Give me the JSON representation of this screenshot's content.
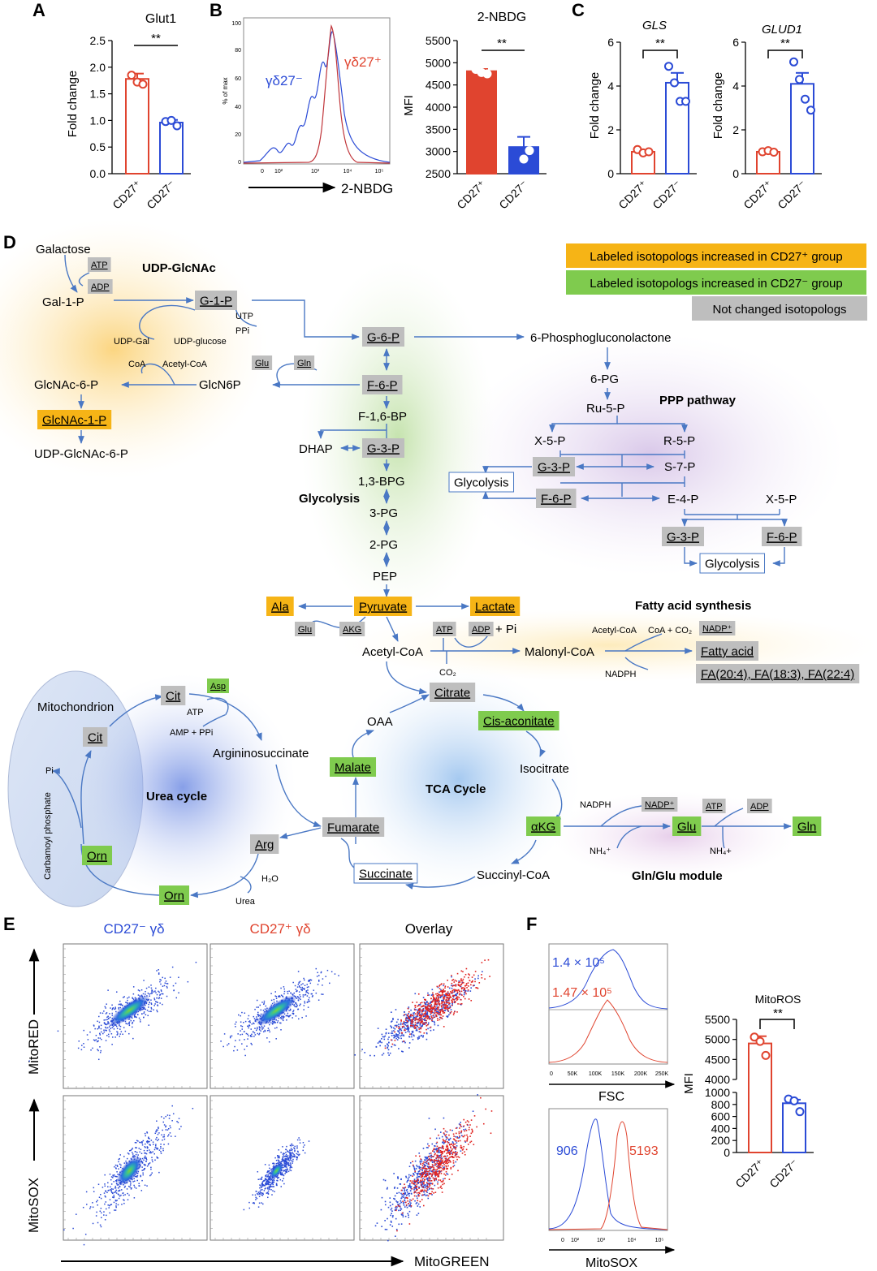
{
  "colors": {
    "cd27pos": "#e0442f",
    "cd27neg": "#2b4bd6",
    "orange": "#f6b416",
    "green": "#7fcb4e",
    "gray": "#bebebe",
    "arrow": "#4a78c4"
  },
  "panels": {
    "A": {
      "letter": "A",
      "title": "Glut1",
      "ylabel": "Fold change",
      "ticks": [
        "0.0",
        "0.5",
        "1.0",
        "1.5",
        "2.0",
        "2.5"
      ],
      "sig": "**",
      "groups": [
        "CD27⁺",
        "CD27⁻"
      ]
    },
    "B": {
      "letter": "B",
      "hist_y_label": "% of max",
      "hist_y_ticks": [
        "0",
        "20",
        "40",
        "60",
        "80",
        "100"
      ],
      "hist_x_ticks": [
        "0",
        "10²",
        "10³",
        "10⁴",
        "10⁵"
      ],
      "hist_neg": "γδ27⁻",
      "hist_pos": "γδ27⁺",
      "hist_xlabel": "2-NBDG",
      "bar_title": "2-NBDG",
      "bar_ylabel": "MFI",
      "bar_ticks": [
        "2500",
        "3000",
        "3500",
        "4000",
        "4500",
        "5000",
        "5500"
      ],
      "sig": "**",
      "groups": [
        "CD27⁺",
        "CD27⁻"
      ]
    },
    "C": {
      "letter": "C",
      "gls_title": "GLS",
      "glud_title": "GLUD1",
      "ylabel": "Fold change",
      "ticks": [
        "0",
        "2",
        "4",
        "6"
      ],
      "sig": "**",
      "groups": [
        "CD27⁺",
        "CD27⁻"
      ]
    },
    "D": {
      "letter": "D"
    },
    "E": {
      "letter": "E",
      "col_neg": "CD27⁻ γδ",
      "col_pos": "CD27⁺ γδ",
      "col_overlay": "Overlay",
      "row1": "MitoRED",
      "row2": "MitoSOX",
      "xlabel": "MitoGREEN"
    },
    "F": {
      "letter": "F",
      "fsc_neg": "1.4 × 10⁵",
      "fsc_pos": "1.47 × 10⁵",
      "fsc_label": "FSC",
      "fsc_ticks": [
        "0",
        "50K",
        "100K",
        "150K",
        "200K",
        "250K"
      ],
      "sox_neg": "906",
      "sox_pos": "5193",
      "sox_label": "MitoSOX",
      "sox_ticks": [
        "0",
        "10²",
        "10³",
        "10⁴",
        "10⁵"
      ],
      "bar_title": "MitoROS",
      "bar_ylabel": "MFI",
      "bar_ticks_hi": [
        "4000",
        "4500",
        "5000",
        "5500"
      ],
      "bar_ticks_lo": [
        "0",
        "200",
        "400",
        "600",
        "800",
        "1000"
      ],
      "sig": "**",
      "groups": [
        "CD27⁺",
        "CD27⁻"
      ]
    }
  },
  "chart_data": [
    {
      "panel": "A",
      "type": "bar",
      "title": "Glut1",
      "ylabel": "Fold change",
      "categories": [
        "CD27⁺",
        "CD27⁻"
      ],
      "values": [
        1.78,
        0.96
      ],
      "errors": [
        0.1,
        0.05
      ],
      "points": [
        [
          1.85,
          1.72,
          1.68
        ],
        [
          0.98,
          1.0,
          0.9
        ]
      ],
      "ylim": [
        0,
        2.5
      ]
    },
    {
      "panel": "B",
      "type": "bar",
      "title": "2-NBDG",
      "ylabel": "MFI",
      "categories": [
        "CD27⁺",
        "CD27⁻"
      ],
      "values": [
        4810,
        3100
      ],
      "errors": [
        50,
        230
      ],
      "points": [
        [
          4850,
          4780,
          4750
        ],
        [
          3450,
          2830,
          3020
        ]
      ],
      "ylim": [
        2500,
        5500
      ]
    },
    {
      "panel": "C-GLS",
      "type": "bar",
      "title": "GLS",
      "ylabel": "Fold change",
      "categories": [
        "CD27⁺",
        "CD27⁻"
      ],
      "values": [
        1.0,
        4.15
      ],
      "errors": [
        0.08,
        0.45
      ],
      "points": [
        [
          1.1,
          0.95,
          1.0
        ],
        [
          4.9,
          4.15,
          3.3,
          3.3
        ]
      ],
      "ylim": [
        0,
        6
      ]
    },
    {
      "panel": "C-GLUD1",
      "type": "bar",
      "title": "GLUD1",
      "ylabel": "Fold change",
      "categories": [
        "CD27⁺",
        "CD27⁻"
      ],
      "values": [
        1.0,
        4.1
      ],
      "errors": [
        0.05,
        0.5
      ],
      "points": [
        [
          1.0,
          1.05,
          0.98
        ],
        [
          5.1,
          4.3,
          3.4,
          2.9
        ]
      ],
      "ylim": [
        0,
        6
      ]
    },
    {
      "panel": "F",
      "type": "bar",
      "title": "MitoROS",
      "ylabel": "MFI",
      "categories": [
        "CD27⁺",
        "CD27⁻"
      ],
      "values": [
        4900,
        820
      ],
      "errors": [
        180,
        60
      ],
      "points": [
        [
          5060,
          4950,
          4600
        ],
        [
          890,
          860,
          680
        ]
      ],
      "ylim": [
        0,
        5500
      ]
    }
  ],
  "legend": [
    {
      "text": "Labeled isotopologs increased in CD27⁺ group",
      "color": "orange"
    },
    {
      "text": "Labeled isotopologs increased in CD27⁻ group",
      "color": "green"
    },
    {
      "text": "Not changed isotopologs",
      "color": "gray"
    }
  ],
  "pathway": {
    "titles": {
      "udp": "UDP-GlcNAc",
      "ppp": "PPP pathway",
      "glycolysis": "Glycolysis",
      "fas": "Fatty acid synthesis",
      "mito": "Mitochondrion",
      "urea": "Urea cycle",
      "tca": "TCA Cycle",
      "glnglu": "Gln/Glu module"
    },
    "plain": {
      "galactose": "Galactose",
      "gal1p": "Gal-1-P",
      "utp": "UTP",
      "ppi": "PPi",
      "udpgal": "UDP-Gal",
      "udpglucose": "UDP-glucose",
      "coa": "CoA",
      "acetylcoa_s": "Acetyl-CoA",
      "glcnac6p": "GlcNAc-6-P",
      "glcn6p": "GlcN6P",
      "udpglcnac6p": "UDP-GlcNAc-6-P",
      "pgl": "6-Phosphogluconolactone",
      "pg6": "6-PG",
      "ru5p": "Ru-5-P",
      "x5p": "X-5-P",
      "r5p": "R-5-P",
      "s7p": "S-7-P",
      "e4p": "E-4-P",
      "x5p2": "X-5-P",
      "f16bp": "F-1,6-BP",
      "dhap": "DHAP",
      "bpg13": "1,3-BPG",
      "pg3": "3-PG",
      "pg2": "2-PG",
      "pep": "PEP",
      "acetylcoa": "Acetyl-CoA",
      "pi": "+ Pi",
      "co2": "CO₂",
      "malonylcoa": "Malonyl-CoA",
      "acetylcoa2": "Acetyl-CoA",
      "coaco2": "CoA + CO₂",
      "nadph": "NADPH",
      "oaa": "OAA",
      "isocitrate": "Isocitrate",
      "succinylcoa": "Succinyl-CoA",
      "argininosuccinate": "Argininosuccinate",
      "atp_u": "ATP",
      "ampppi": "AMP + PPi",
      "pi2": "Pi",
      "carbamoyl": "Carbamoyl phosphate",
      "h2o": "H₂O",
      "urea": "Urea",
      "nadph2": "NADPH",
      "nh4": "NH₄⁺",
      "nh4b": "NH₄+"
    },
    "boxes": {
      "atp1": "ATP",
      "adp1": "ADP",
      "g1p": "G-1-P",
      "g6p": "G-6-P",
      "f6p": "F-6-P",
      "glu_a": "Glu",
      "gln_a": "Gln",
      "glcnac1p": "GlcNAc-1-P",
      "g3p": "G-3-P",
      "g3p_p1": "G-3-P",
      "f6p_p1": "F-6-P",
      "g3p_p2": "G-3-P",
      "f6p_p2": "F-6-P",
      "glycolysis1": "Glycolysis",
      "glycolysis2": "Glycolysis",
      "ala": "Ala",
      "pyruvate": "Pyruvate",
      "lactate": "Lactate",
      "glu_b": "Glu",
      "akg_b": "AKG",
      "atp2": "ATP",
      "adp2": "ADP",
      "nadp1": "NADP⁺",
      "fattyacid": "Fatty acid",
      "fa": "FA(20:4), FA(18:3), FA(22:4)",
      "cit1": "Cit",
      "asp": "Asp",
      "cit2": "Cit",
      "citrate": "Citrate",
      "cisaconitate": "Cis-aconitate",
      "malate": "Malate",
      "fumarate": "Fumarate",
      "arg": "Arg",
      "orn1": "Orn",
      "orn2": "Orn",
      "succinate": "Succinate",
      "akg": "αKG",
      "nadp2": "NADP⁺",
      "glu_c": "Glu",
      "atp3": "ATP",
      "adp3": "ADP",
      "gln_c": "Gln"
    }
  }
}
